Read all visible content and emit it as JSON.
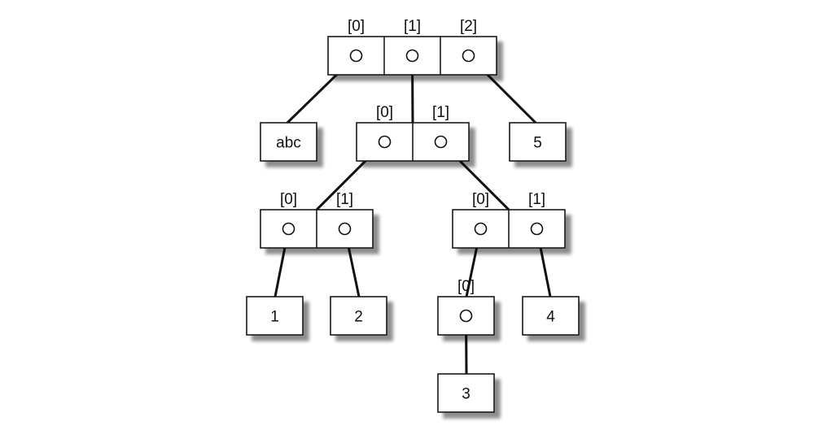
{
  "diagram": {
    "lists": [
      {
        "id": "root",
        "indices": [
          "[0]",
          "[1]",
          "[2]"
        ]
      },
      {
        "id": "inner-a",
        "indices": [
          "[0]",
          "[1]"
        ]
      },
      {
        "id": "inner-b",
        "indices": [
          "[0]",
          "[1]"
        ]
      },
      {
        "id": "inner-c",
        "indices": [
          "[0]",
          "[1]"
        ]
      },
      {
        "id": "inner-d",
        "indices": [
          "[0]"
        ]
      }
    ],
    "values": [
      {
        "id": "abc",
        "text": "abc"
      },
      {
        "id": "five",
        "text": "5"
      },
      {
        "id": "one",
        "text": "1"
      },
      {
        "id": "two",
        "text": "2"
      },
      {
        "id": "three",
        "text": "3"
      },
      {
        "id": "four",
        "text": "4"
      }
    ],
    "links": [
      {
        "from": "root",
        "slot": 0,
        "to": "abc"
      },
      {
        "from": "root",
        "slot": 1,
        "to": "inner-a"
      },
      {
        "from": "root",
        "slot": 2,
        "to": "five"
      },
      {
        "from": "inner-a",
        "slot": 0,
        "to": "inner-b"
      },
      {
        "from": "inner-a",
        "slot": 1,
        "to": "inner-c"
      },
      {
        "from": "inner-b",
        "slot": 0,
        "to": "one"
      },
      {
        "from": "inner-b",
        "slot": 1,
        "to": "two"
      },
      {
        "from": "inner-c",
        "slot": 0,
        "to": "inner-d"
      },
      {
        "from": "inner-c",
        "slot": 1,
        "to": "four"
      },
      {
        "from": "inner-d",
        "slot": 0,
        "to": "three"
      }
    ]
  }
}
